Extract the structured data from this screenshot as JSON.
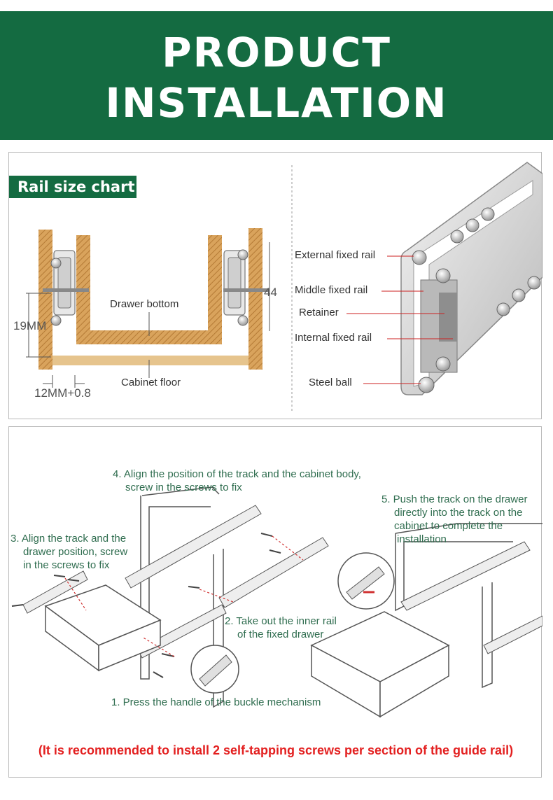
{
  "banner": {
    "line1": "PRODUCT",
    "line2": "INSTALLATION",
    "color": "#146b41"
  },
  "size_chart": {
    "tag": "Rail size chart",
    "drawer_bottom": "Drawer bottom",
    "cabinet_floor": "Cabinet floor",
    "dim_19": "19MM",
    "dim_44": "44",
    "dim_12": "12MM+0.8",
    "wood_color": "#d9a35c"
  },
  "rail_parts": [
    "External fixed rail",
    "Middle fixed rail",
    "Retainer",
    "Internal fixed rail",
    "Steel ball"
  ],
  "steps": {
    "step4": [
      "4. Align the position of the track and the cabinet body,",
      "screw in the screws to fix"
    ],
    "step5": [
      "5. Push the track on the drawer",
      "directly into the track on the",
      "cabinet to complete the",
      "installation"
    ],
    "step3": [
      "3. Align the track and the",
      "drawer position, screw",
      "in the screws to fix"
    ],
    "step2": [
      "2. Take out the inner rail",
      "of the fixed drawer"
    ],
    "step1": "1. Press the handle of the buckle mechanism"
  },
  "note": "(It is recommended to install 2 self-tapping screws per section of the guide rail)",
  "note_color": "#e31f1f"
}
